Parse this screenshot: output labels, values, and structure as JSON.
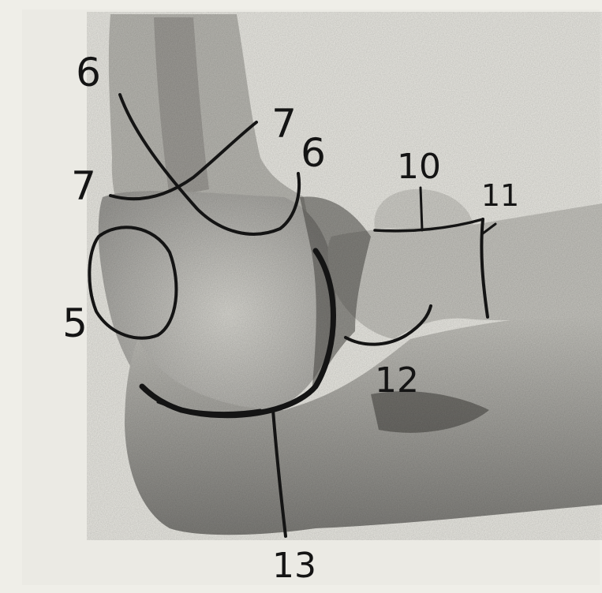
{
  "labels": {
    "l6_top": "6",
    "l7_left": "7",
    "l7_right": "7",
    "l6_right": "6",
    "l5": "5",
    "l10": "10",
    "l11": "11",
    "l12": "12",
    "l13": "13"
  }
}
